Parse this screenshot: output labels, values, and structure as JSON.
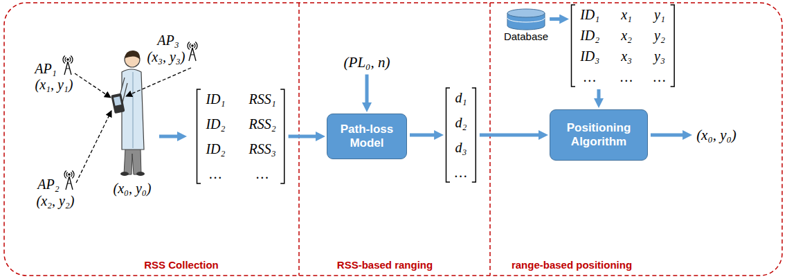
{
  "diagram": {
    "nodes": [
      {
        "text": [
          "ID₁",
          "RSS₁",
          "ID₂",
          "RSS₂",
          "ID₂",
          "RSS₃",
          "…",
          "…"
        ]
      },
      {
        "text": [
          "Path-loss Model"
        ]
      },
      {
        "text": [
          "(PL₀, n)"
        ]
      },
      {
        "text": [
          "d₁",
          "d₂",
          "d₃",
          "…"
        ]
      },
      {
        "text": [
          "Database"
        ]
      },
      {
        "text": [
          "ID₁",
          "x₁",
          "y₁",
          "ID₂",
          "x₂",
          "y₂",
          "ID₃",
          "x₃",
          "y₃",
          "…",
          "…",
          "…"
        ]
      },
      {
        "text": [
          "Positioning Algorithm"
        ]
      },
      {
        "text": [
          "(x₀, y₀)"
        ]
      }
    ],
    "edges": [
      {
        "from": 0,
        "to": 1,
        "arrow": "to"
      },
      {
        "from": 2,
        "to": 1,
        "arrow": "to"
      },
      {
        "from": 1,
        "to": 3,
        "arrow": "to"
      },
      {
        "from": 3,
        "to": 6,
        "arrow": "to"
      },
      {
        "from": 4,
        "to": 5,
        "arrow": "to"
      },
      {
        "from": 5,
        "to": 6,
        "arrow": "to"
      },
      {
        "from": 6,
        "to": 7,
        "arrow": "to"
      }
    ],
    "labels": [
      "AP₁",
      "(x₁, y₁)",
      "AP₂",
      "(x₂, y₂)",
      "AP₃",
      "(x₃, y₃)",
      "(x₀, y₀)",
      "RSS Collection",
      "RSS-based ranging",
      "range-based positioning"
    ]
  }
}
